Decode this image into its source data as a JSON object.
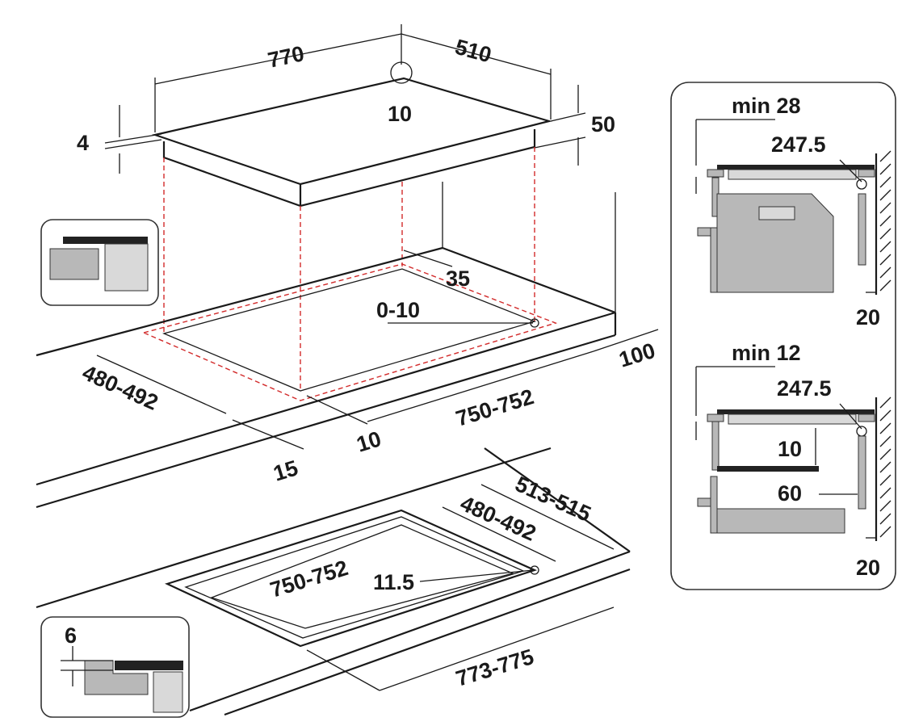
{
  "labels": {
    "width_770": "770",
    "depth_510": "510",
    "corner_10": "10",
    "thick_4": "4",
    "height_50": "50",
    "gap_35": "35",
    "range_0_10": "0-10",
    "range_480_492_top": "480-492",
    "range_750_752_top": "750-752",
    "dist_100": "100",
    "dist_10_bottom": "10",
    "dist_15": "15",
    "range_513_515": "513-515",
    "range_480_492_bot": "480-492",
    "range_750_752_bot": "750-752",
    "val_11_5": "11.5",
    "range_773_775": "773-775",
    "inset_6": "6"
  },
  "side_panel_top": {
    "min_label": "min 28",
    "dim_247": "247.5",
    "dim_20": "20"
  },
  "side_panel_bottom": {
    "min_label": "min 12",
    "dim_247": "247.5",
    "dim_10": "10",
    "dim_60": "60",
    "dim_20": "20"
  },
  "colors": {
    "line": "#1a1a1a",
    "guide_red": "#d22a2a",
    "fill_grey": "#b8b8b8",
    "fill_light": "#d9d9d9"
  }
}
